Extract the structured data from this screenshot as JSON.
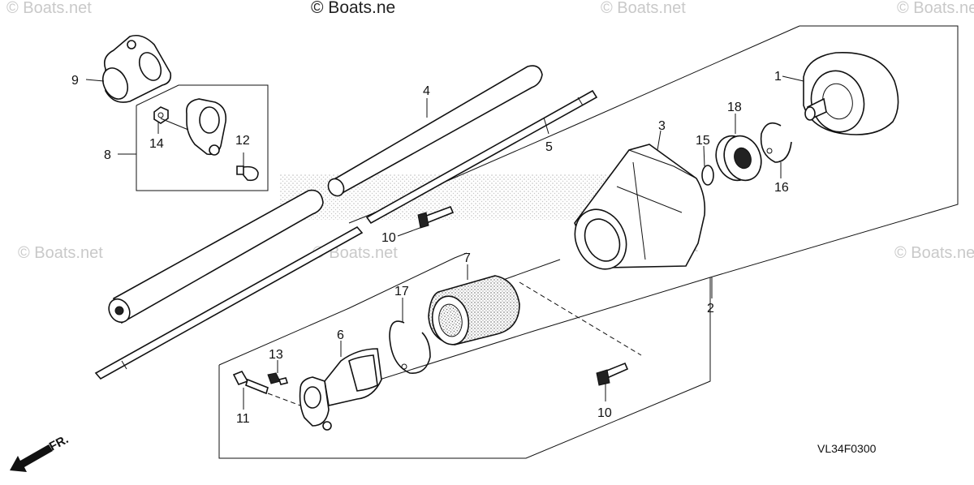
{
  "watermark": {
    "text": "© Boats.net",
    "text_top": "© Boats.ne"
  },
  "diagram_code": "VL34F0300",
  "front_indicator": "FR.",
  "callouts": [
    "1",
    "2",
    "3",
    "4",
    "5",
    "6",
    "7",
    "8",
    "9",
    "10",
    "10",
    "11",
    "12",
    "13",
    "14",
    "15",
    "16",
    "17"
  ]
}
